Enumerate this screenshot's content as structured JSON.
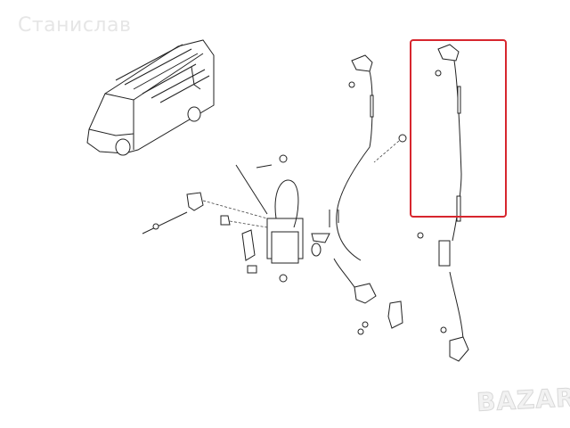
{
  "watermark": {
    "text": "Станислав"
  },
  "logo": {
    "text": "BAZAR"
  },
  "diagram": {
    "type": "exploded-parts-view",
    "subject": "Van side/rear door lock mechanism and cables",
    "highlight": {
      "color": "#d7262e",
      "label": "highlighted cable with upper hinge bracket"
    },
    "parts": [
      {
        "id": "vehicle-overview",
        "label": "van overview"
      },
      {
        "id": "door-lock-assembly",
        "label": "central door lock"
      },
      {
        "id": "upper-latch-left",
        "label": "upper latch with cable (left)"
      },
      {
        "id": "upper-latch-highlighted",
        "label": "upper latch with cable (highlighted)"
      },
      {
        "id": "lower-latch-right",
        "label": "lower latch with cable"
      },
      {
        "id": "lower-latch-left",
        "label": "lower latch bracket"
      },
      {
        "id": "grommet",
        "label": "grommet"
      },
      {
        "id": "screws",
        "label": "screws"
      }
    ]
  }
}
